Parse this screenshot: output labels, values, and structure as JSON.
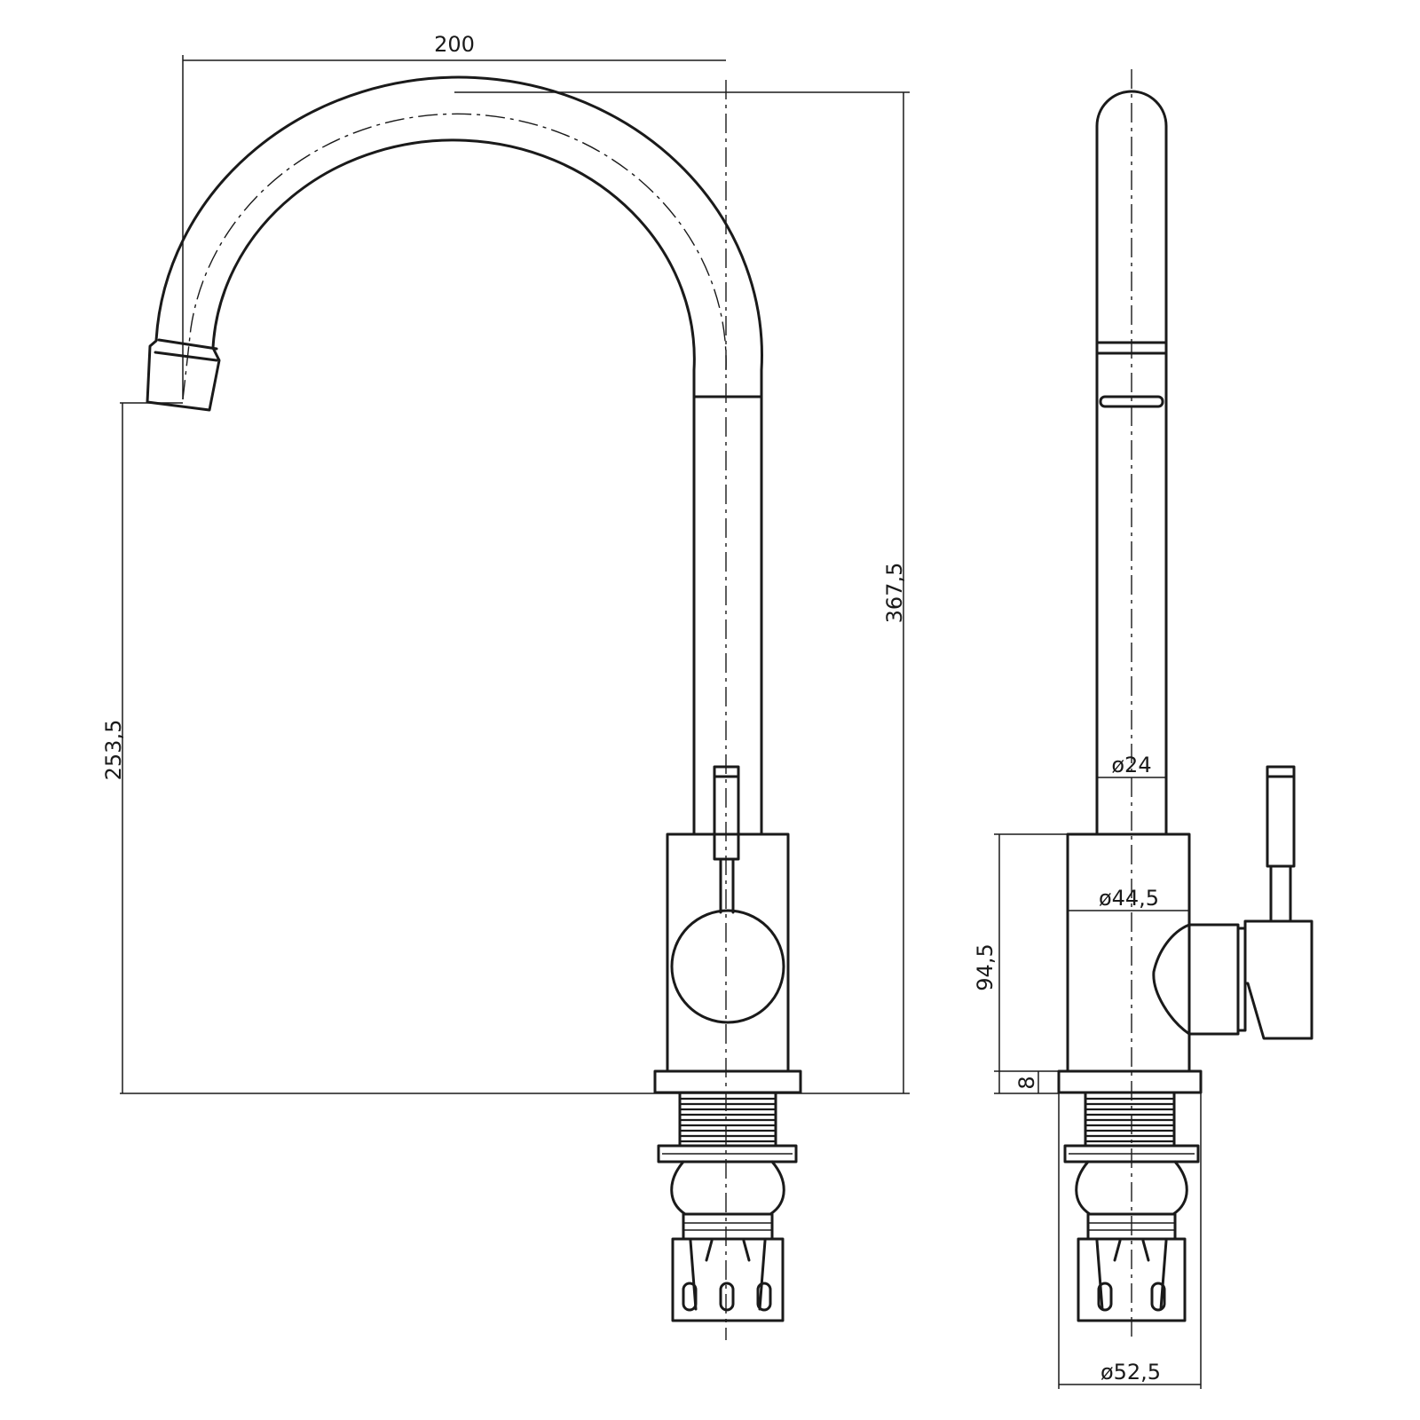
{
  "dimensions": {
    "spout_reach": "200",
    "total_height": "367,5",
    "spout_height": "253,5",
    "spout_diameter": "ø24",
    "body_diameter": "ø44,5",
    "body_height": "94,5",
    "base_ring_height": "8",
    "base_diameter": "ø52,5"
  },
  "colors": {
    "line": "#1a1a1a",
    "background": "#ffffff"
  }
}
